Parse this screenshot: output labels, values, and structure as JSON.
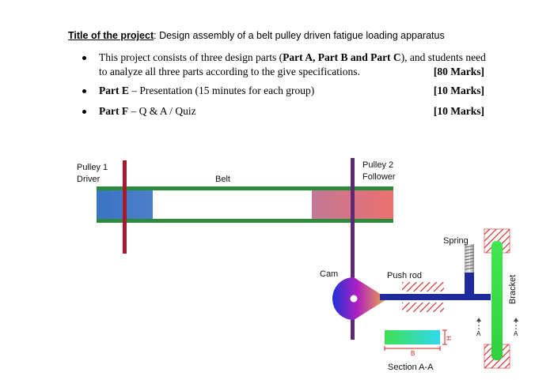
{
  "title": {
    "label": "Title of the project",
    "separator": ":",
    "text": " Design assembly of a belt pulley driven fatigue loading apparatus"
  },
  "bullets": [
    {
      "seg1": "This project consists of three design parts (",
      "bold1": "Part A, Part B and Part C",
      "seg2": "), and students need",
      "line2": "to analyze all three parts according to the give specifications.",
      "marks": "[80 Marks]"
    },
    {
      "bold": "Part E",
      "text": " – Presentation (15 minutes for each group)",
      "marks": "[10 Marks]"
    },
    {
      "bold": "Part F",
      "text": " – Q & A / Quiz",
      "marks": "[10 Marks]"
    }
  ],
  "diagram": {
    "pulley1_line1": "Pulley 1",
    "pulley1_line2": "Driver",
    "belt": "Belt",
    "pulley2_line1": "Pulley 2",
    "pulley2_line2": "Follower",
    "spring": "Spring",
    "cam": "Cam",
    "push_rod": "Push rod",
    "bracket": "Bracket",
    "section": "Section A-A",
    "dim_b": "B",
    "dim_h": "H",
    "section_marker_a": "A",
    "colors": {
      "belt": "#2e8a3c",
      "pulley1_fill": "#3a6fbd",
      "pulley2_fill": "#e07a7a",
      "pulley1_shaft": "#a6192e",
      "pulley2_shaft": "#5b2a73",
      "push_rod": "#1f2a9c",
      "bracket": "#36e04a",
      "hatch": "#d02020"
    }
  }
}
